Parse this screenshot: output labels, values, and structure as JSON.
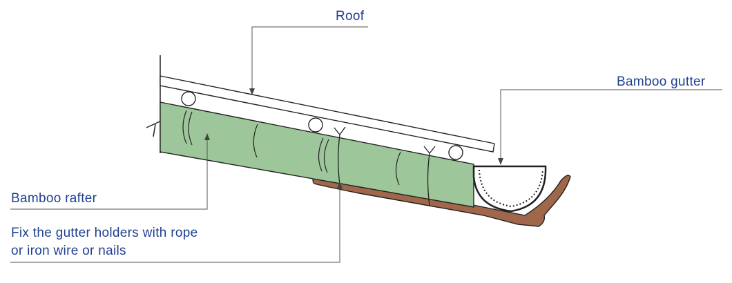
{
  "labels": {
    "roof": "Roof",
    "bamboo_gutter": "Bamboo gutter",
    "bamboo_rafter": "Bamboo rafter",
    "fix_line1": "Fix the gutter holders with rope",
    "fix_line2": "or iron wire or nails"
  },
  "colors": {
    "text": "#1f3f8f",
    "rafter_fill": "#9dc79a",
    "holder_fill": "#a0674a",
    "outline": "#222222",
    "leader": "#666666"
  }
}
